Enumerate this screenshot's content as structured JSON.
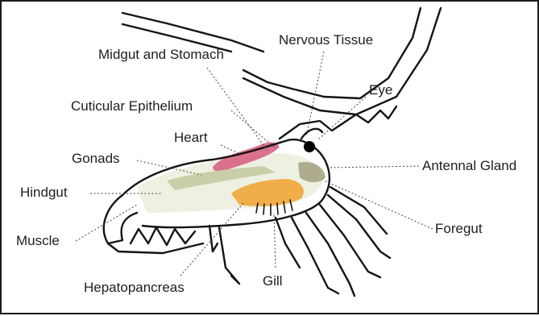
{
  "labels": {
    "midgut_stomach": "Midgut and Stomach",
    "nervous_tissue": "Nervous Tissue",
    "eye": "Eye",
    "cuticular_epithelium": "Cuticular Epithelium",
    "heart": "Heart",
    "gonads": "Gonads",
    "antennal_gland": "Antennal Gland",
    "hindgut": "Hindgut",
    "foregut": "Foregut",
    "muscle": "Muscle",
    "hepatopancreas": "Hepatopancreas",
    "gill": "Gill"
  },
  "colors": {
    "outline": "#141414",
    "heart": "#d65a7a",
    "hepatopancreas": "#f0a63a",
    "gonads": "#c8cfa8",
    "foregut": "#9a9470",
    "body_fill": "#eef0e2",
    "eye": "#000000"
  }
}
